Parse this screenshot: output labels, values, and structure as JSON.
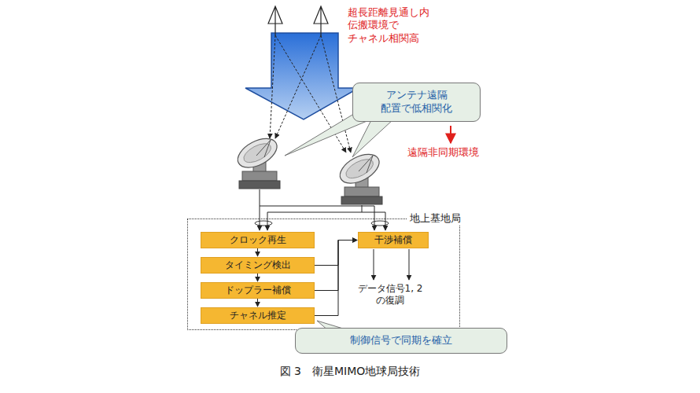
{
  "diagram": {
    "caption": "図 3　衛星MIMO地球局技術",
    "nodes": [
      {
        "text": [
          "アンテナ遠隔 配置で低相関化"
        ]
      },
      {
        "text": [
          "地上基地局"
        ]
      },
      {
        "text": [
          "クロック再生"
        ],
        "in": 1
      },
      {
        "text": [
          "タイミング検出"
        ],
        "in": 1
      },
      {
        "text": [
          "ドップラー補償"
        ],
        "in": 1
      },
      {
        "text": [
          "チャネル推定"
        ],
        "in": 1
      },
      {
        "text": [
          "干渉補償"
        ],
        "in": 1
      },
      {
        "text": [
          "制御信号で同期を確立"
        ]
      }
    ],
    "edges": [
      {
        "from": 2,
        "to": 3,
        "arrow": "to"
      },
      {
        "from": 3,
        "to": 4,
        "arrow": "to"
      },
      {
        "from": 4,
        "to": 5,
        "arrow": "to"
      },
      {
        "from": 3,
        "to": 6,
        "arrow": "to"
      },
      {
        "from": 4,
        "to": 6,
        "arrow": "to"
      },
      {
        "from": 5,
        "to": 6,
        "arrow": "to"
      }
    ],
    "labels": [
      "超長距離見通し内 伝搬環境で チャネル相関高",
      "遠隔非同期環境",
      "データ信号1, 2 の復調"
    ]
  }
}
